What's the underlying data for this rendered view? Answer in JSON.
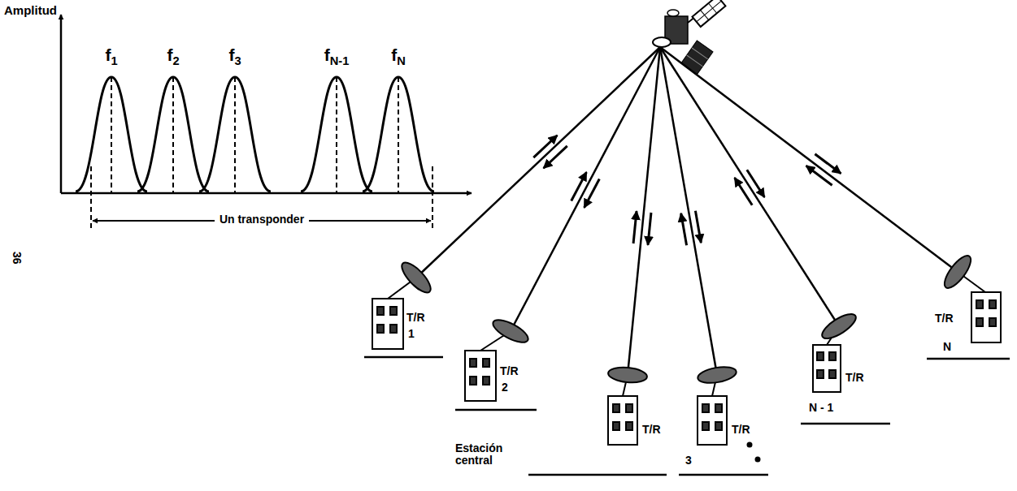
{
  "diagram": {
    "labels": [
      "Amplitud",
      "f1",
      "f2",
      "f3",
      "fN-1",
      "fN",
      "Un transponder",
      "36",
      "T/R",
      "1",
      "T/R",
      "2",
      "Estación central",
      "T/R",
      "T/R",
      "3",
      "T/R",
      "N - 1",
      "T/R",
      "N"
    ]
  }
}
